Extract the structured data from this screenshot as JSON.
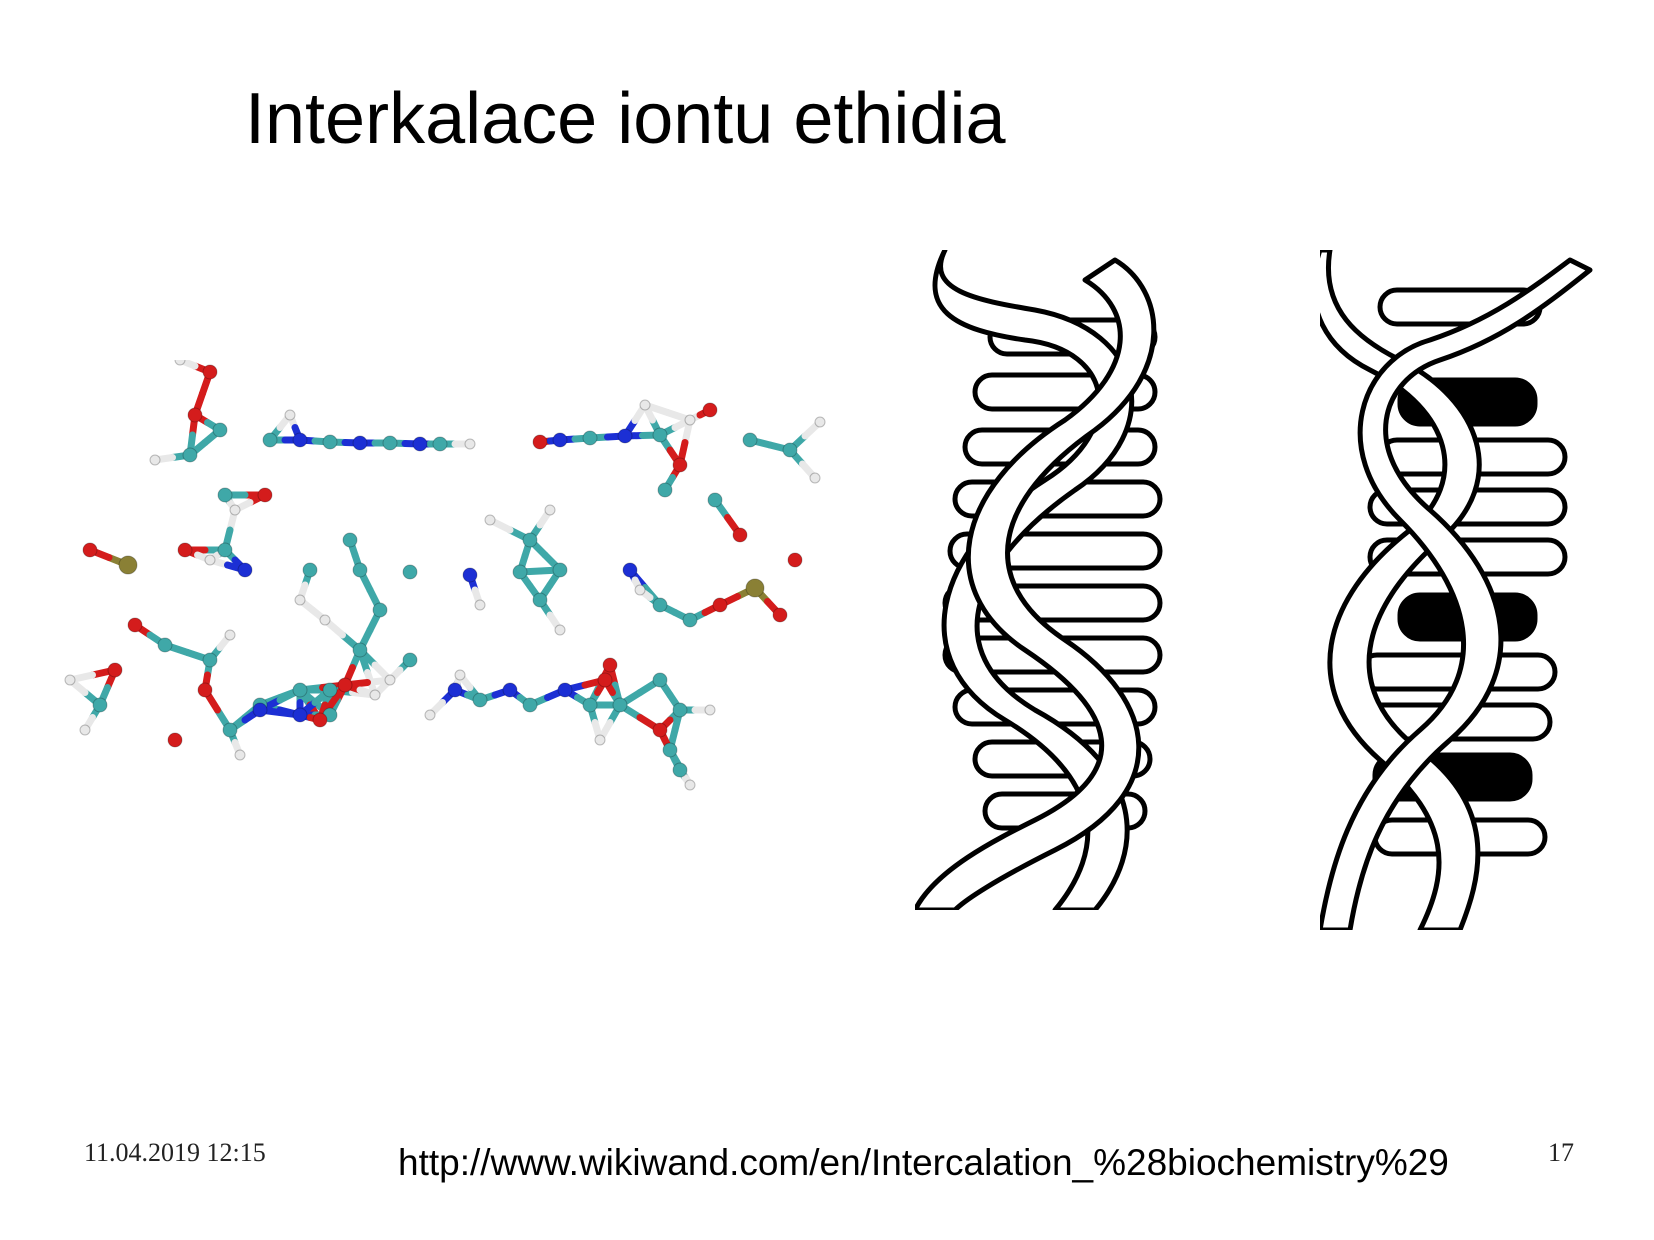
{
  "slide": {
    "title": "Interkalace iontu ethidia",
    "date": "11.04.2019 12:15",
    "source_url": "http://www.wikiwand.com/en/Intercalation_%28biochemistry%29",
    "page_number": "17"
  },
  "colors": {
    "carbon": "#3fa8a8",
    "oxygen": "#d41c1c",
    "nitrogen": "#1c2fd4",
    "hydrogen": "#e8e8e8",
    "phosphorus": "#8a8035",
    "intercalator_fill": "#000000",
    "helix_stroke": "#000000",
    "helix_fill": "#ffffff"
  },
  "figures": {
    "molecular_model": "ball-and-stick model of ethidium intercalated between DNA base pairs",
    "helix_left": "normal DNA double helix",
    "helix_right": "DNA double helix with intercalated molecules"
  }
}
